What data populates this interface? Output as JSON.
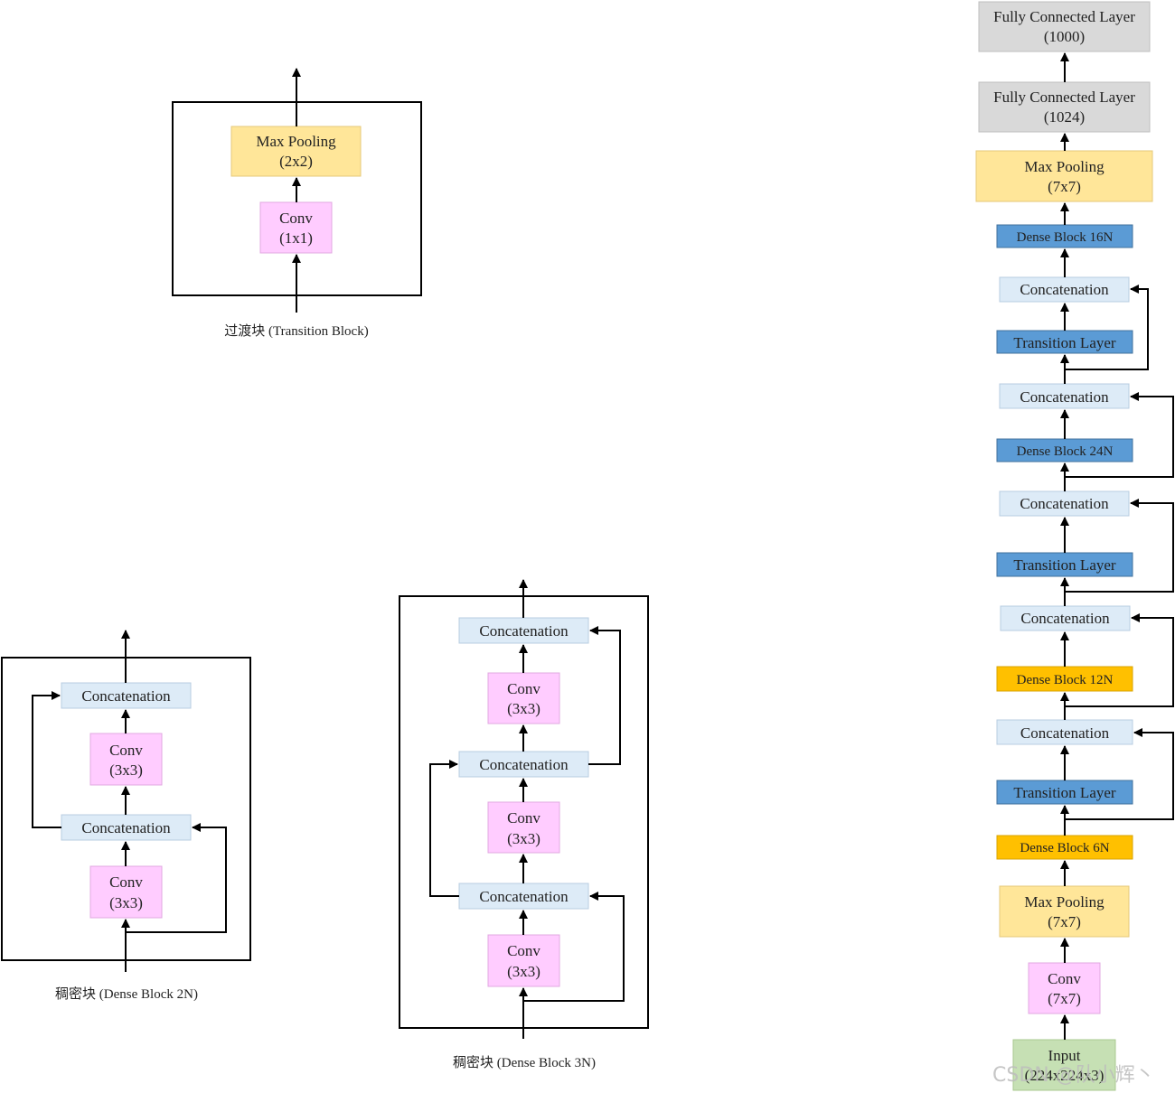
{
  "colors": {
    "max_pooling": "#FFE699",
    "conv": "#FFCCFF",
    "concatenation": "#DDEBF7",
    "fully_connected": "#D9D9D9",
    "dense_block_blue": "#5B9BD5",
    "dense_block_orange": "#FFC000",
    "transition_layer": "#5B9BD5",
    "input": "#C6E0B4"
  },
  "transition_block": {
    "caption": "过渡块 (Transition Block)",
    "max_pooling": [
      "Max Pooling",
      "(2x2)"
    ],
    "conv": [
      "Conv",
      "(1x1)"
    ]
  },
  "dense_block_2n": {
    "caption": "稠密块 (Dense Block 2N)",
    "concat_top": "Concatenation",
    "conv_top": [
      "Conv",
      "(3x3)"
    ],
    "concat_mid": "Concatenation",
    "conv_bottom": [
      "Conv",
      "(3x3)"
    ]
  },
  "dense_block_3n": {
    "caption": "稠密块 (Dense Block 3N)",
    "concat_1": "Concatenation",
    "conv_1": [
      "Conv",
      "(3x3)"
    ],
    "concat_2": "Concatenation",
    "conv_2": [
      "Conv",
      "(3x3)"
    ],
    "concat_3": "Concatenation",
    "conv_3": [
      "Conv",
      "(3x3)"
    ]
  },
  "network": {
    "fc_1000": [
      "Fully Connected Layer",
      "(1000)"
    ],
    "fc_1024": [
      "Fully Connected Layer",
      "(1024)"
    ],
    "max_pool_top": [
      "Max Pooling",
      "(7x7)"
    ],
    "dense_16n": "Dense Block 16N",
    "concat_a": "Concatenation",
    "transition_a": "Transition Layer",
    "concat_b": "Concatenation",
    "dense_24n": "Dense Block 24N",
    "concat_c": "Concatenation",
    "transition_b": "Transition Layer",
    "concat_d": "Concatenation",
    "dense_12n": "Dense Block 12N",
    "concat_e": "Concatenation",
    "transition_c": "Transition Layer",
    "dense_6n": "Dense Block 6N",
    "max_pool_bottom": [
      "Max Pooling",
      "(7x7)"
    ],
    "conv_7x7": [
      "Conv",
      "(7x7)"
    ],
    "input": [
      "Input",
      "(224x224x3)"
    ]
  },
  "watermark": "CSDN @队小辉丶"
}
